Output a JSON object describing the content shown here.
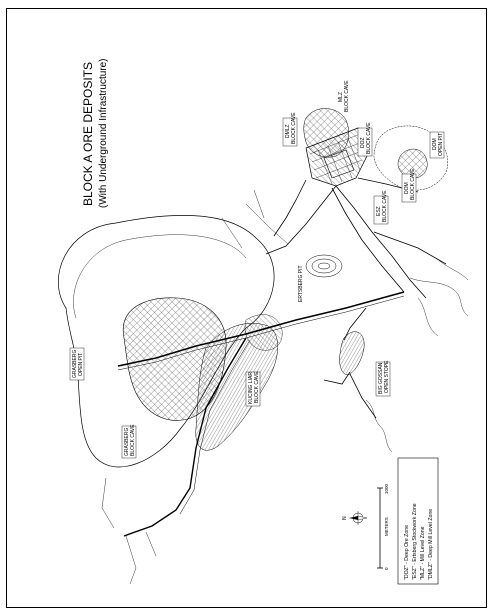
{
  "title": {
    "line1": "BLOCK A ORE DEPOSITS",
    "line2": "(With Underground Infrastructure)"
  },
  "labels": {
    "mlz": [
      "MLZ",
      "BLOCK CAVE"
    ],
    "dmlz": [
      "DMLZ",
      "BLOCK CAVE"
    ],
    "doz": [
      "DOZ",
      "BLOCK CAVE"
    ],
    "dom": [
      "DOM",
      "OPEN PIT"
    ],
    "dom_cave": [
      "DOM",
      "BLOCK CAVE"
    ],
    "esz": [
      "ESZ",
      "BLOCK CAVE"
    ],
    "ertsberg": [
      "ERTSBERG PIT"
    ],
    "grasberg_pit": [
      "GRASBERG",
      "OPEN PIT"
    ],
    "grasberg_cave": [
      "GRASBERG",
      "BLOCK CAVE"
    ],
    "kucing": [
      "KUCING LIAR",
      "BLOCK CAVE"
    ],
    "big_gossan": [
      "BIG GOSSAN",
      "OPEN STOPE"
    ]
  },
  "legend": {
    "items": [
      "\"DOZ\" - Deep Ore Zone",
      "\"ESZ\" - Ertsberg Stockwork Zone",
      "\"MLZ\" - Mill Level Zone",
      "\"DMLZ\" - Deep Mill Level Zone"
    ]
  },
  "scale": {
    "start": "0",
    "end": "1000",
    "unit": "METERS"
  },
  "north": {
    "letter": "N"
  },
  "colors": {
    "ink": "#000000",
    "paper": "#ffffff",
    "hatch": "#555555"
  }
}
